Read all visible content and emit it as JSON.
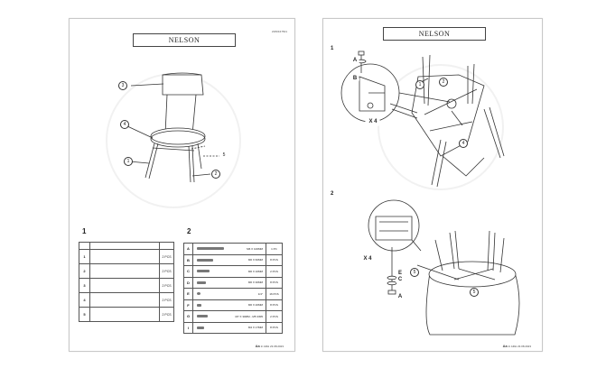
{
  "left_sheet": {
    "title": "NELSON",
    "code": "ZWDF47501",
    "footer": "Aa",
    "footer_code": "1/ ARH 23.08.2023",
    "callouts": [
      "3",
      "4",
      "5",
      "1",
      "2"
    ],
    "section_1": "1",
    "section_2": "2",
    "parts": [
      {
        "num": "1",
        "qty": "2 PCS"
      },
      {
        "num": "2",
        "qty": "2 PCS"
      },
      {
        "num": "3",
        "qty": "2 PCS"
      },
      {
        "num": "4",
        "qty": "2 PCS"
      },
      {
        "num": "5",
        "qty": "2 PCS"
      }
    ],
    "hardware": [
      {
        "letter": "A",
        "desc": "M6 X 100MM",
        "qty": "1 PC"
      },
      {
        "letter": "B",
        "desc": "M6 X 60MM",
        "qty": "8 PCS"
      },
      {
        "letter": "C",
        "desc": "M6 X 10MM",
        "qty": "2 PCS"
      },
      {
        "letter": "D",
        "desc": "M6 X 30MM",
        "qty": "8 PCS"
      },
      {
        "letter": "E",
        "desc": "1/4\"",
        "qty": "16 PCS"
      },
      {
        "letter": "F",
        "desc": "M6 X 20MM",
        "qty": "8 PCS"
      },
      {
        "letter": "G",
        "desc": "M7 X 30MM - M5 3/M5",
        "qty": "2 PCS"
      },
      {
        "letter": "I",
        "desc": "M4 X 17MM",
        "qty": "8 PCS"
      }
    ]
  },
  "right_sheet": {
    "title": "NELSON",
    "footer": "Aa",
    "footer_code": "1/ ARH 23.08.2023",
    "step_1": "1",
    "step_2": "2",
    "step1_labels": {
      "a": "A",
      "b": "B",
      "x4": "X 4",
      "c1": "1",
      "c2": "2",
      "c4": "4"
    },
    "step2_labels": {
      "x4": "X 4",
      "e": "E",
      "c": "C",
      "a": "A",
      "c5": "5",
      "c5b": "5"
    }
  }
}
